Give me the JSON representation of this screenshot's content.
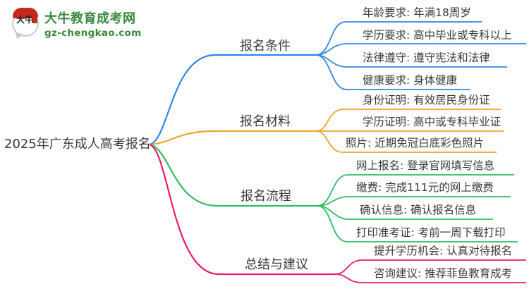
{
  "logo": {
    "icon": "daniu-bull-seal-icon",
    "icon_chars": "大牛",
    "title": "大牛教育成考网",
    "subtitle": "gz-chengkao.com",
    "brand_green": "#37893c",
    "seal_red": "#c5281c"
  },
  "root": {
    "label": "2025年广东成人高考报名"
  },
  "text_color": "#3a3a3a",
  "branches": [
    {
      "label": "报名条件",
      "color": "#2e87e4",
      "leaves": [
        {
          "label": "年龄要求: 年满18周岁"
        },
        {
          "label": "学历要求: 高中毕业或专科以上"
        },
        {
          "label": "法律遵守: 遵守宪法和法律"
        },
        {
          "label": "健康要求: 身体健康"
        }
      ]
    },
    {
      "label": "报名材料",
      "color": "#f2a32c",
      "leaves": [
        {
          "label": "身份证明: 有效居民身份证"
        },
        {
          "label": "学历证明: 高中或专科毕业证"
        },
        {
          "label": "照片: 近期免冠白底彩色照片"
        }
      ]
    },
    {
      "label": "报名流程",
      "color": "#2dbd62",
      "leaves": [
        {
          "label": "网上报名: 登录官网填写信息"
        },
        {
          "label": "缴费: 完成111元的网上缴费"
        },
        {
          "label": "确认信息: 确认报名信息"
        },
        {
          "label": "打印准考证: 考前一周下载打印"
        }
      ]
    },
    {
      "label": "总结与建议",
      "color": "#ef1770",
      "leaves": [
        {
          "label": "提升学历机会: 认真对待报名"
        },
        {
          "label": "咨询建议: 推荐菲鱼教育成考"
        }
      ]
    }
  ]
}
